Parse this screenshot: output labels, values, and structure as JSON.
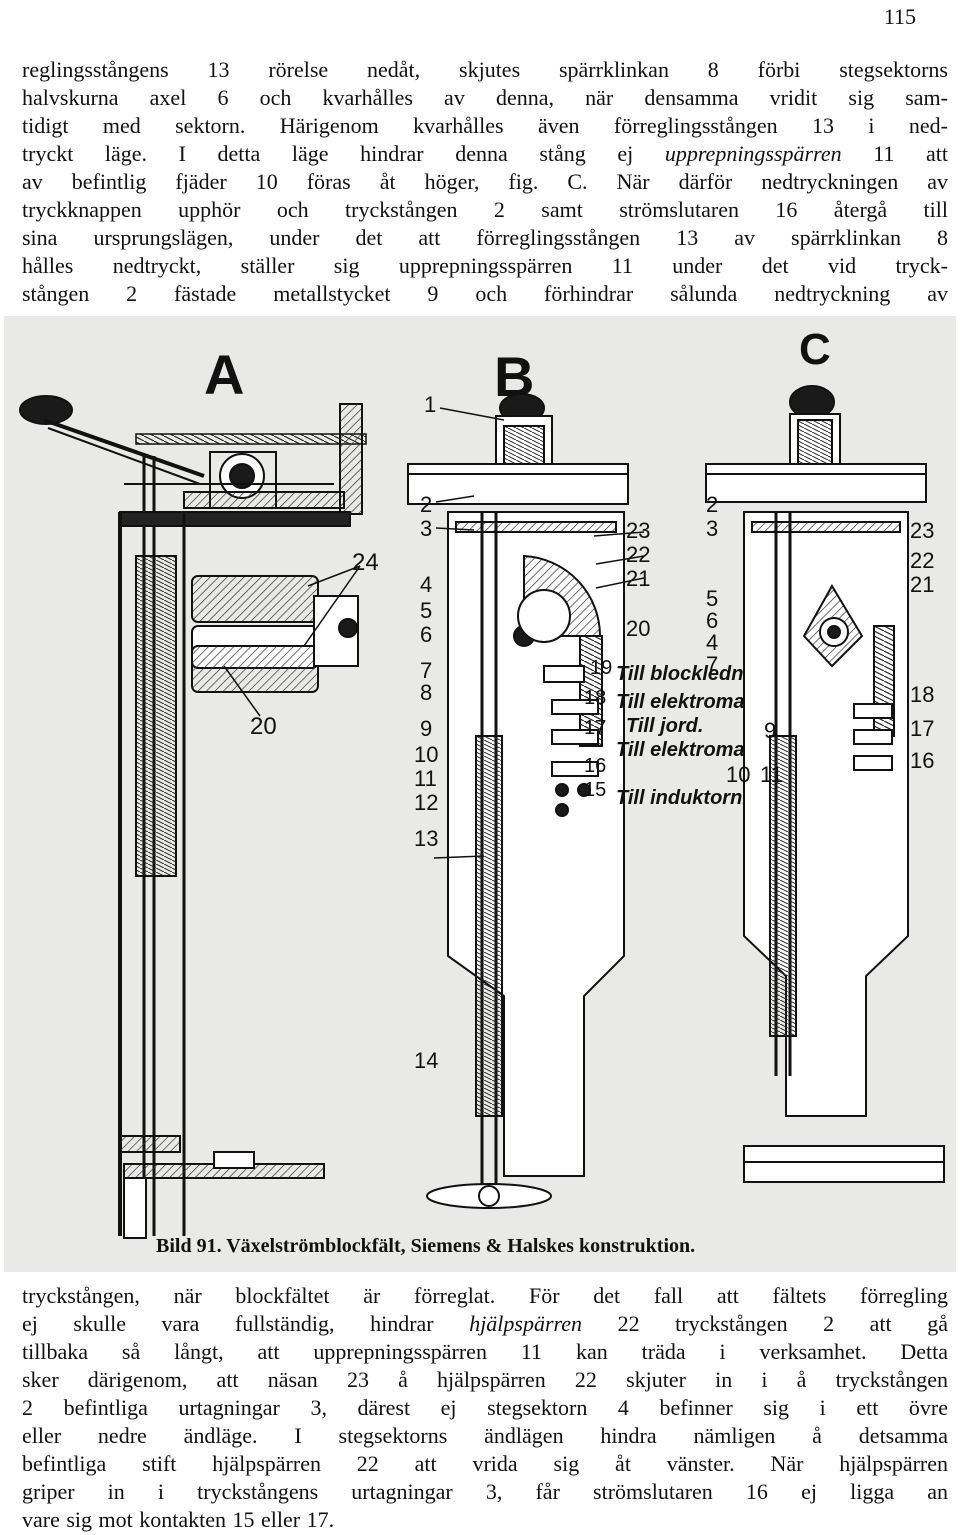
{
  "page": {
    "number": "115"
  },
  "top_paragraph": {
    "lines": [
      "reglingsstångens 13 rörelse nedåt, skjutes spärrklinkan 8 förbi stegsektorns",
      "halvskurna axel 6 och kvarhålles av denna, när densamma vridit sig sam-",
      "tidigt med sektorn. Härigenom kvarhålles även förreglingsstången 13 i ned-",
      [
        "tryckt läge. I detta läge hindrar denna stång ej ",
        "upprepningsspärren",
        " 11 att"
      ],
      "av befintlig fjäder 10 föras åt höger, fig. C. När därför nedtryckningen av",
      "tryckknappen upphör och tryckstången 2 samt strömslutaren 16 återgå till",
      "sina ursprungslägen, under det att förreglingsstången 13 av spärrklinkan 8",
      "hålles nedtryckt, ställer sig upprepningsspärren 11 under det vid tryck-",
      "stången 2 fästade metallstycket 9 och förhindrar sålunda nedtryckning av"
    ]
  },
  "figure": {
    "caption": "Bild 91. Växelströmblockfält, Siemens & Halskes konstruktion.",
    "panels": [
      "A",
      "B",
      "C"
    ],
    "labels_a": [
      "24",
      "20"
    ],
    "labels_b_left": [
      "1",
      "2",
      "3",
      "4",
      "5",
      "6",
      "7",
      "8",
      "9",
      "10",
      "11",
      "12",
      "13",
      "14"
    ],
    "labels_b_right": [
      "23",
      "22",
      "21",
      "20",
      "19",
      "18",
      "17",
      "16",
      "15"
    ],
    "terminal_labels": [
      "Till blockledning.",
      "Till elektromagnet.",
      "Till jord.",
      "Till elektromagnet.",
      "Till induktorn."
    ],
    "labels_c_left": [
      "2",
      "3",
      "5",
      "6",
      "4",
      "7",
      "9",
      "10",
      "11"
    ],
    "labels_c_right": [
      "23",
      "22",
      "21",
      "18",
      "17",
      "16"
    ]
  },
  "bottom_paragraph": {
    "lines": [
      "tryckstången, när blockfältet är förreglat. För det fall att fältets förregling",
      [
        "ej skulle vara fullständig, hindrar ",
        "hjälpspärren",
        " 22 tryckstången 2 att gå"
      ],
      "tillbaka så långt, att upprepningsspärren 11 kan träda i verksamhet. Detta",
      "sker därigenom, att näsan 23 å hjälpspärren 22 skjuter in i å tryckstången",
      "2 befintliga urtagningar 3, därest ej stegsektorn 4 befinner sig i ett övre",
      "eller nedre ändläge. I stegsektorns ändlägen hindra nämligen å detsamma",
      "befintliga stift hjälpspärren 22 att vrida sig åt vänster. När hjälpspärren",
      "griper in i tryckstångens urtagningar 3, får strömslutaren 16 ej ligga an",
      "vare sig mot kontakten 15 eller 17."
    ]
  }
}
